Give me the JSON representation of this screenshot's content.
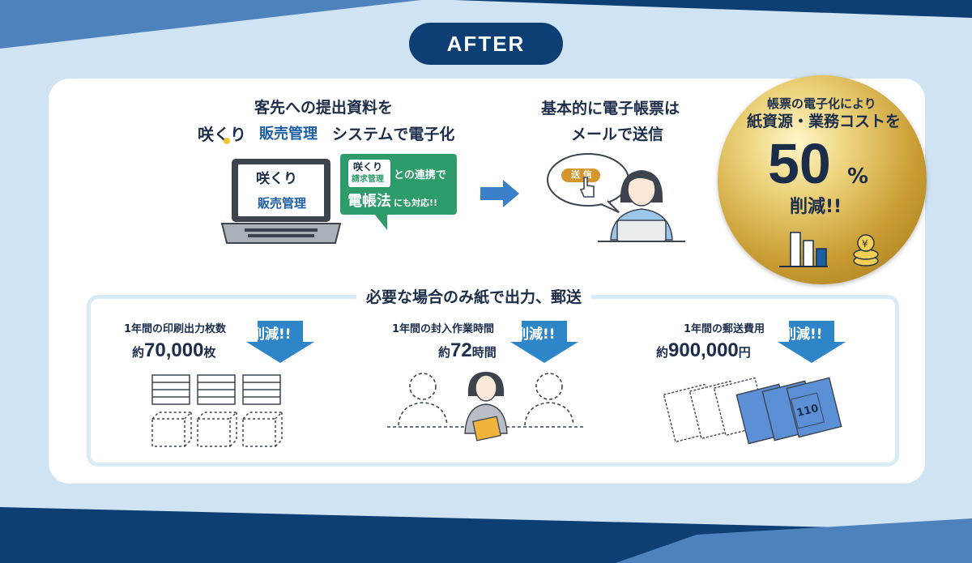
{
  "header": {
    "badge": "AFTER"
  },
  "steps": {
    "step1_line1": "客先への提出資料を",
    "logo_text": "咲くり",
    "product_name": "販売管理",
    "step1_line2_suffix": "システムで電子化",
    "laptop_logo": "咲くり",
    "laptop_product": "販売管理",
    "bubble_logo": "咲くり",
    "bubble_product": "請求管理",
    "bubble_line1": "との連携で",
    "bubble_law": "電帳法",
    "bubble_line2": "にも対応!!",
    "step2_line1": "基本的に電子帳票は",
    "step2_line2": "メールで送信",
    "send_button": "送 信"
  },
  "medal": {
    "line1": "帳票の電子化により",
    "line2": "紙資源・業務コストを",
    "number": "50",
    "unit": "%",
    "line3": "削減!!",
    "icons": [
      "bar-chart-icon",
      "yen-coin-icon"
    ]
  },
  "paper": {
    "title": "必要な場合のみ紙で出力、郵送",
    "items": [
      {
        "label": "1年間の印刷出力枚数",
        "prefix": "約",
        "value": "70,000",
        "unit": "枚",
        "cut": "削減!!"
      },
      {
        "label": "1年間の封入作業時間",
        "prefix": "約",
        "value": "72",
        "unit": "時間",
        "cut": "削減!!"
      },
      {
        "label": "1年間の郵送費用",
        "prefix": "約",
        "value": "900,000",
        "unit": "円",
        "cut": "削減!!"
      }
    ],
    "stamp_value": "110"
  },
  "colors": {
    "navy": "#0d3e74",
    "light_blue": "#cfe3f3",
    "accent_blue": "#2e86c8",
    "green": "#2e9b6a",
    "gold": "#c99d33"
  }
}
